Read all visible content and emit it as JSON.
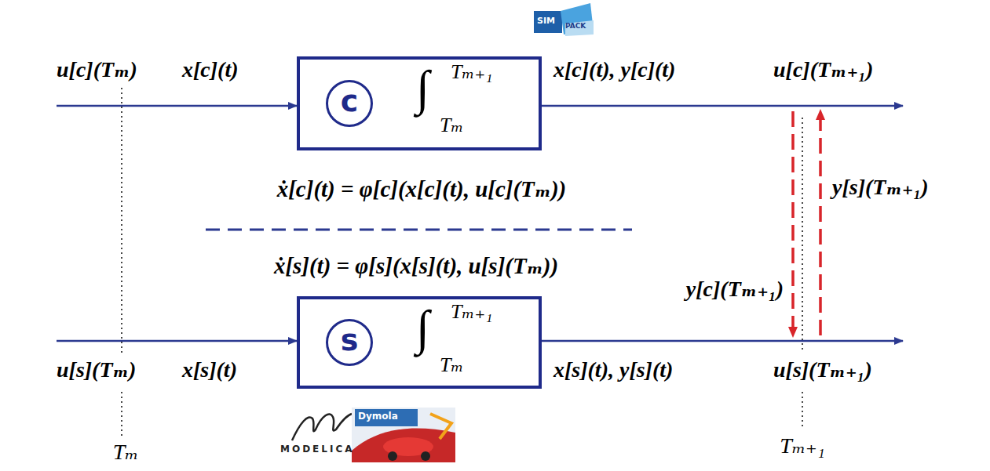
{
  "diagram": {
    "nodes": [
      {
        "text": [
          "∫",
          "Tₘ₊₁",
          "Tₘ"
        ]
      },
      {
        "text": [
          "c"
        ],
        "in": 0
      },
      {
        "text": [
          "∫",
          "Tₘ₊₁",
          "Tₘ"
        ]
      },
      {
        "text": [
          "s"
        ],
        "in": 2
      }
    ],
    "edges": [],
    "labels": [
      "u[c](Tₘ)",
      "x[c](t)",
      "x[c](t), y[c](t)",
      "u[c](Tₘ₊₁)",
      "ẋ[c](t) = φ[c](x[c](t), u[c](Tₘ))",
      "ẋ[s](t) = φ[s](x[s](t), u[s](Tₘ))",
      "y[s](Tₘ₊₁)",
      "y[c](Tₘ₊₁)",
      "u[s](Tₘ)",
      "x[s](t)",
      "x[s](t), y[s](t)",
      "u[s](Tₘ₊₁)",
      "Tₘ",
      "Tₘ₊₁",
      "SIM",
      "PACK",
      "MODELICA",
      "Dymola"
    ]
  }
}
